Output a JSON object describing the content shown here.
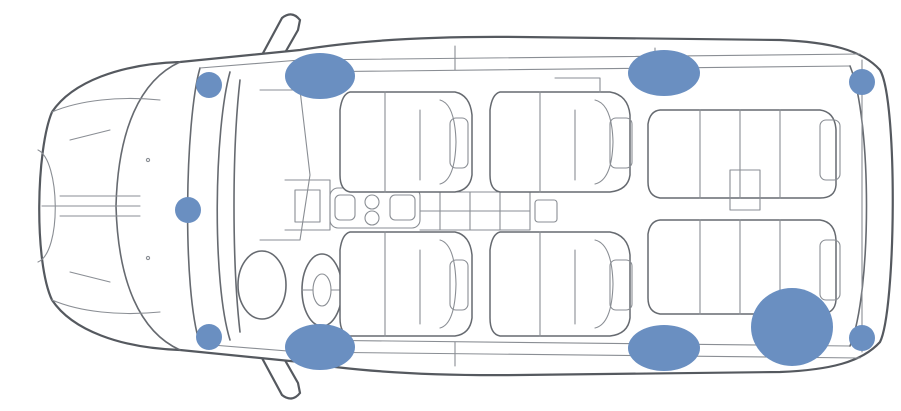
{
  "colors": {
    "speaker": "#6a8fc1",
    "outline": "#666a70",
    "background": "#ffffff"
  },
  "speakers": [
    {
      "name": "left-a-pillar-tweeter"
    },
    {
      "name": "front-center-speaker"
    },
    {
      "name": "right-a-pillar-tweeter"
    },
    {
      "name": "front-left-door-speaker"
    },
    {
      "name": "front-right-door-speaker"
    },
    {
      "name": "rear-left-door-speaker"
    },
    {
      "name": "rear-right-door-speaker"
    },
    {
      "name": "subwoofer"
    },
    {
      "name": "rear-left-corner-speaker"
    },
    {
      "name": "rear-right-corner-speaker"
    }
  ]
}
